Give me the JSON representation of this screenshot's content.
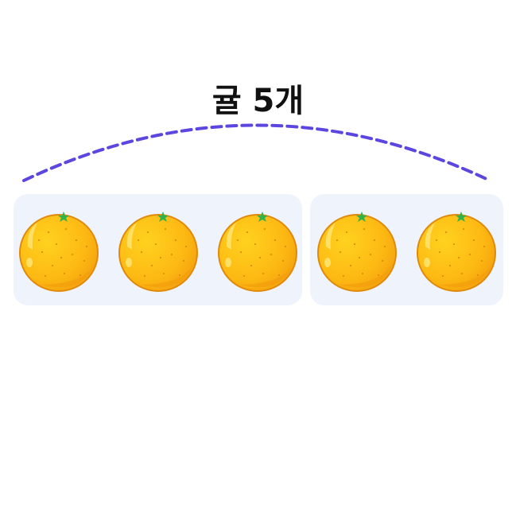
{
  "title": "귤 5개",
  "colors": {
    "arc": "#5b46e0",
    "group_bg": "#eff3fb",
    "orange_fill": "#fdb913",
    "orange_stroke": "#e08a0c",
    "leaf": "#2fb34a"
  },
  "groups": [
    {
      "count": 3,
      "icon": "orange-icon"
    },
    {
      "count": 2,
      "icon": "orange-icon"
    }
  ]
}
